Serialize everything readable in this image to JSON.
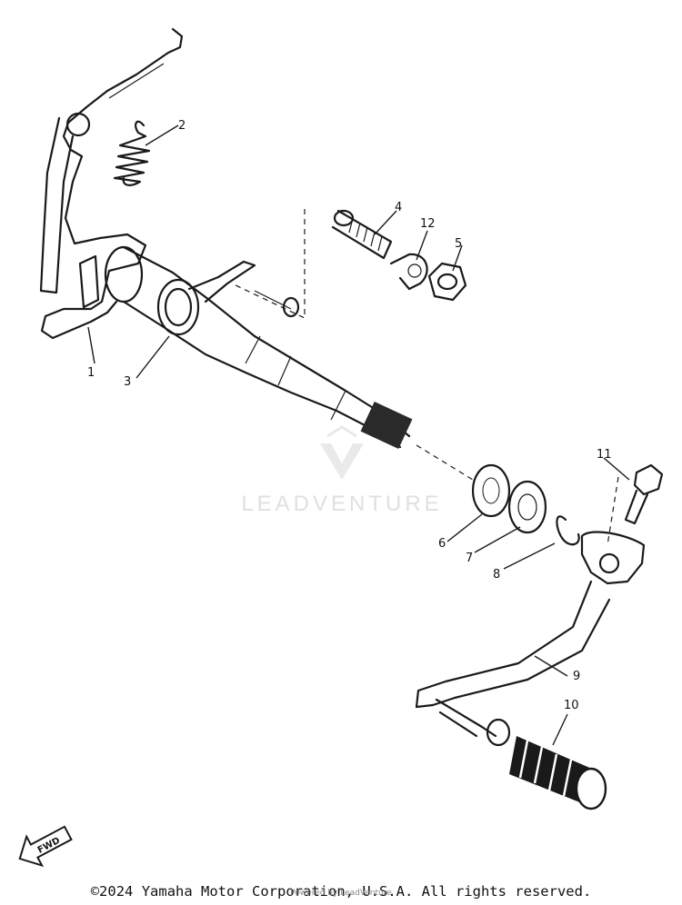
{
  "diagram": {
    "callouts": [
      {
        "id": "1",
        "label": "1"
      },
      {
        "id": "2",
        "label": "2"
      },
      {
        "id": "3",
        "label": "3"
      },
      {
        "id": "4",
        "label": "4"
      },
      {
        "id": "5",
        "label": "5"
      },
      {
        "id": "6",
        "label": "6"
      },
      {
        "id": "7",
        "label": "7"
      },
      {
        "id": "8",
        "label": "8"
      },
      {
        "id": "9",
        "label": "9"
      },
      {
        "id": "10",
        "label": "10"
      },
      {
        "id": "11",
        "label": "11"
      },
      {
        "id": "12",
        "label": "12"
      }
    ],
    "fwd_label": "FWD"
  },
  "watermark": {
    "text": "LEADVENTURE"
  },
  "footer": {
    "copyright": "©2024 Yamaha Motor Corporation, U.S.A. All rights reserved.",
    "powered_by": "Powered by LeadVenture"
  }
}
